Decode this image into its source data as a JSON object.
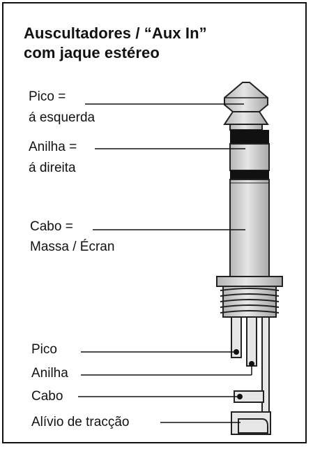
{
  "title": {
    "line1": "Auscultadores / “Aux In”",
    "line2": "com jaque estéreo"
  },
  "labels": {
    "tip": {
      "line1": "Pico =",
      "line2": "á esquerda"
    },
    "ring": {
      "line1": "Anilha =",
      "line2": "á direita"
    },
    "sleeve": {
      "line1": "Cabo =",
      "line2": "Massa / Écran"
    }
  },
  "wire_labels": {
    "tip": "Pico",
    "ring": "Anilha",
    "sleeve": "Cabo",
    "strain_relief": "Alívio de tracção"
  },
  "colors": {
    "plug_fill": "#c9c9c9",
    "plug_stroke": "#222222",
    "insulator": "#111111",
    "line": "#111111"
  }
}
